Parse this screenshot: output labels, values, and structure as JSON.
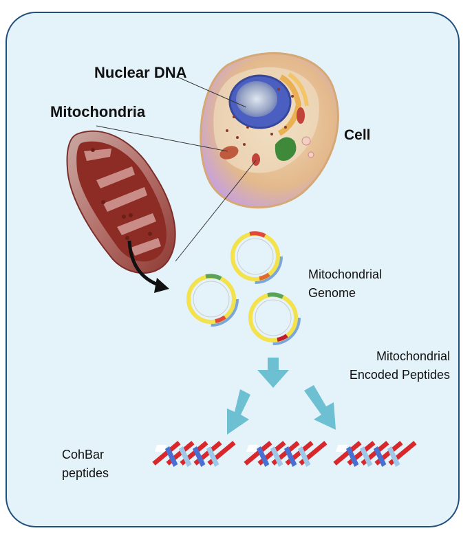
{
  "labels": {
    "nuclear_dna": "Nuclear DNA",
    "mitochondria": "Mitochondria",
    "cell": "Cell",
    "mito_genome_line1": "Mitochondrial",
    "mito_genome_line2": "Genome",
    "encoded_line1": "Mitochondrial",
    "encoded_line2": "Encoded Peptides",
    "cohbar_line1": "CohBar",
    "cohbar_line2": "peptides"
  },
  "colors": {
    "panel_bg": "#e4f2fa",
    "panel_border": "#1f4f7d",
    "arrow_teal": "#6cc0d2",
    "cell_membrane": "#e8c79a",
    "nucleus": "#4a5fbf",
    "mitochondrion": "#a94a3f",
    "peptide_red": "#d8282b",
    "peptide_blue": "#4a6fd0"
  }
}
